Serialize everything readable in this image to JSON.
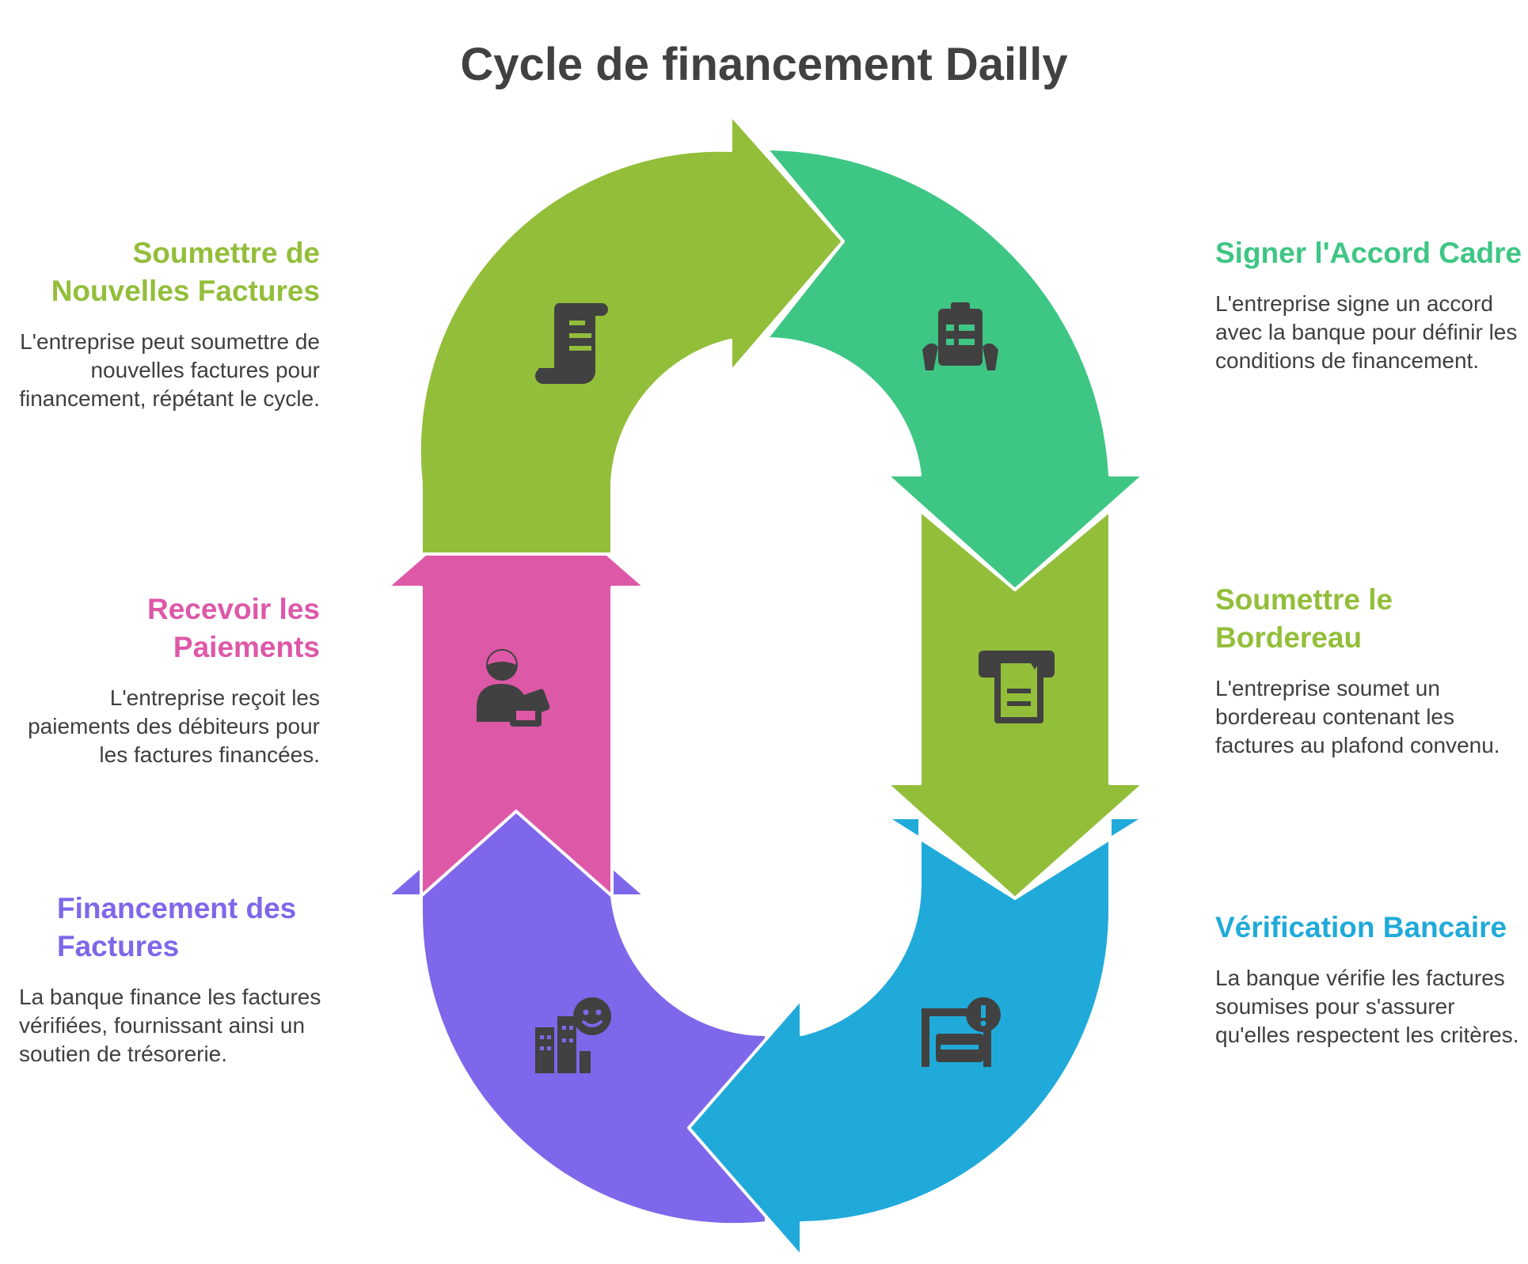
{
  "title": "Cycle de financement Dailly",
  "colors": {
    "green": "#93BE3A",
    "teal": "#3EC684",
    "blue": "#20AAD9",
    "purple": "#7E67EA",
    "pink": "#DE58A8",
    "icon": "#414141",
    "text": "#3f3f3f"
  },
  "steps": [
    {
      "id": "signer",
      "title": "Signer l'Accord Cadre",
      "description": "L'entreprise signe un accord avec la banque pour définir les conditions de financement.",
      "color": "#3EC684",
      "icon": "clipboard-hands-icon"
    },
    {
      "id": "bordereau",
      "title": "Soumettre le Bordereau",
      "description": "L'entreprise soumet un bordereau contenant les factures au plafond convenu.",
      "color": "#93BE3A",
      "icon": "document-form-icon"
    },
    {
      "id": "verification",
      "title": "Vérification Bancaire",
      "description": "La banque vérifie les factures soumises pour s'assurer qu'elles respectent les critères.",
      "color": "#20AAD9",
      "icon": "alert-card-icon"
    },
    {
      "id": "financement",
      "title": "Financement des Factures",
      "description": "La banque finance les factures vérifiées, fournissant ainsi un soutien de trésorerie.",
      "color": "#7E67EA",
      "icon": "building-smile-icon"
    },
    {
      "id": "paiements",
      "title": "Recevoir les Paiements",
      "description": "L'entreprise reçoit les paiements des débiteurs pour les factures financées.",
      "color": "#DE58A8",
      "icon": "person-wallet-icon"
    },
    {
      "id": "soumettre",
      "title": "Soumettre de Nouvelles Factures",
      "description": "L'entreprise peut soumettre de nouvelles factures pour financement, répétant le cycle.",
      "color": "#93BE3A",
      "icon": "receipt-scroll-icon"
    }
  ]
}
